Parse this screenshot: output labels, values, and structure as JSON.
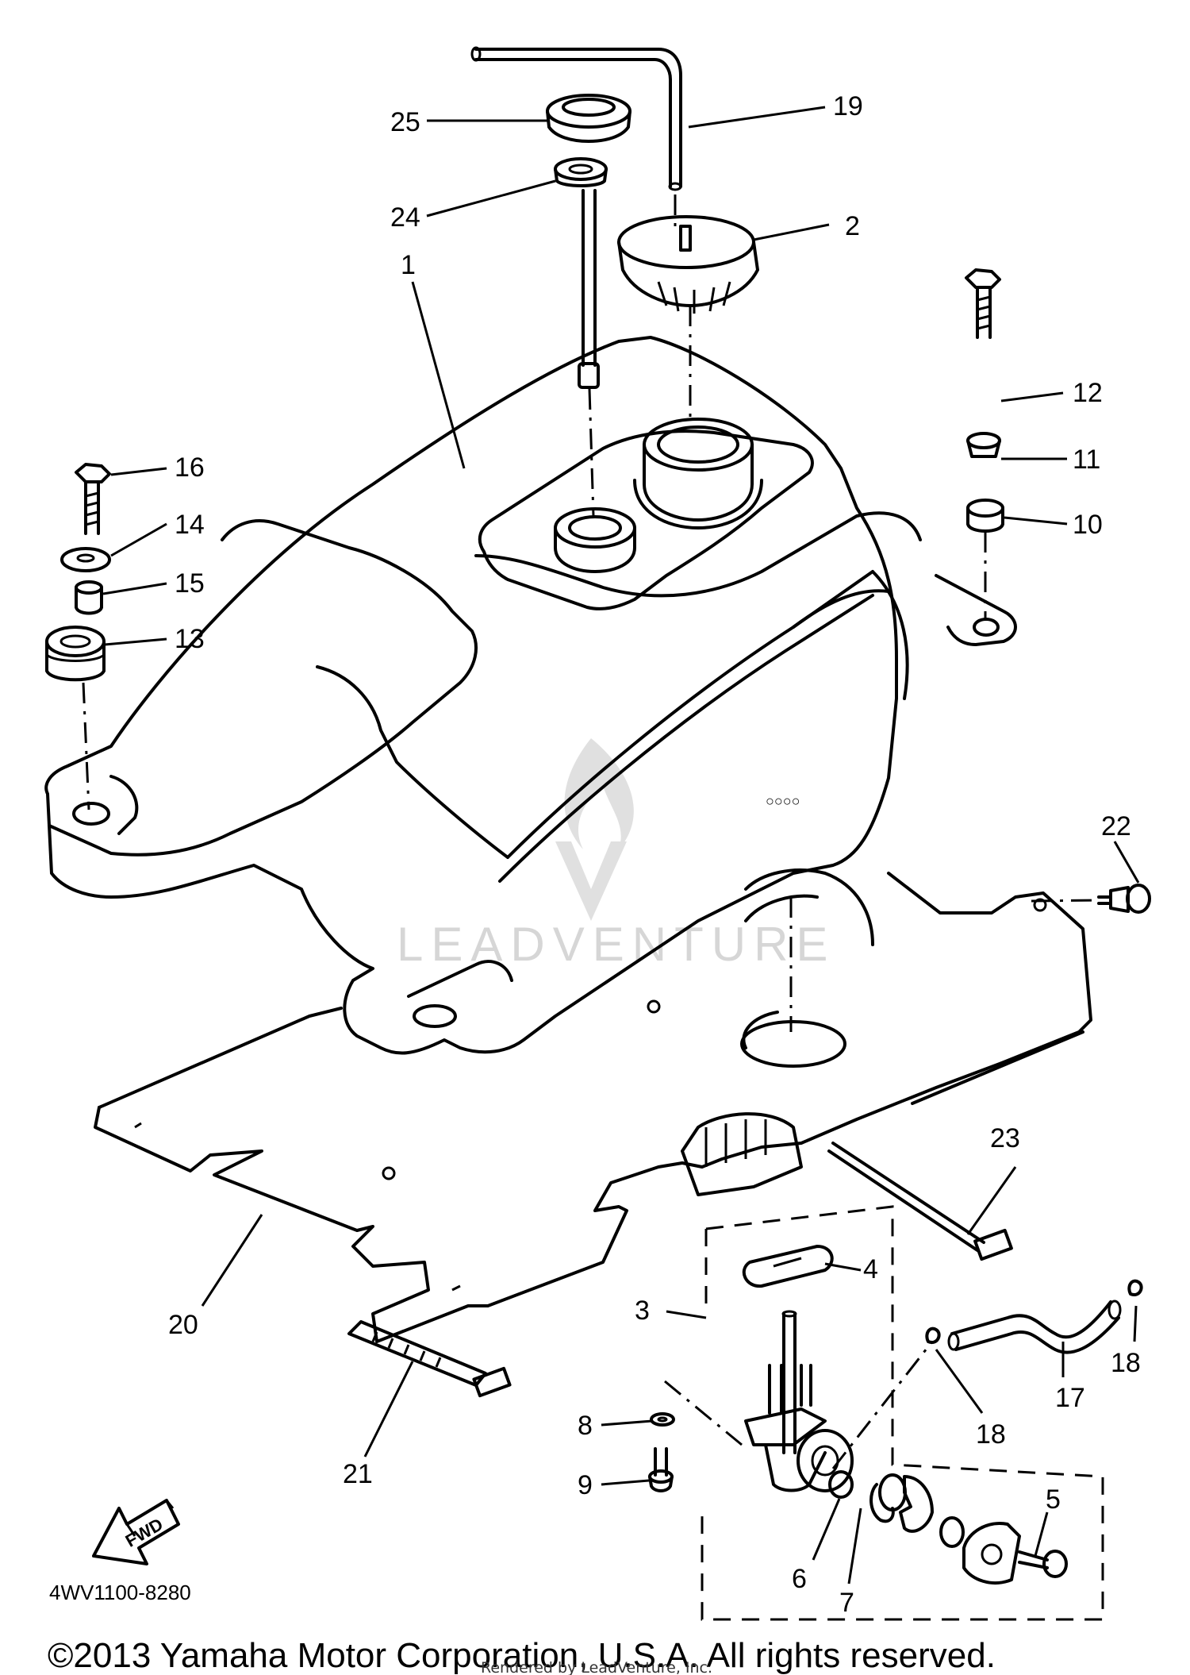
{
  "callouts": {
    "c1": "1",
    "c2": "2",
    "c3": "3",
    "c4": "4",
    "c5": "5",
    "c6": "6",
    "c7": "7",
    "c8": "8",
    "c9": "9",
    "c10": "10",
    "c11": "11",
    "c12": "12",
    "c13": "13",
    "c14": "14",
    "c15": "15",
    "c16": "16",
    "c17": "17",
    "c18a": "18",
    "c18b": "18",
    "c19": "19",
    "c20": "20",
    "c21": "21",
    "c22": "22",
    "c23": "23",
    "c24": "24",
    "c25": "25"
  },
  "fwd_label": "FWD",
  "diagram_code": "4WV1100-8280",
  "watermark": "LEADVENTURE",
  "copyright": "©2013 Yamaha Motor Corporation, U.S.A. All rights reserved.",
  "rendered_by": "Rendered by LeadVenture, Inc."
}
